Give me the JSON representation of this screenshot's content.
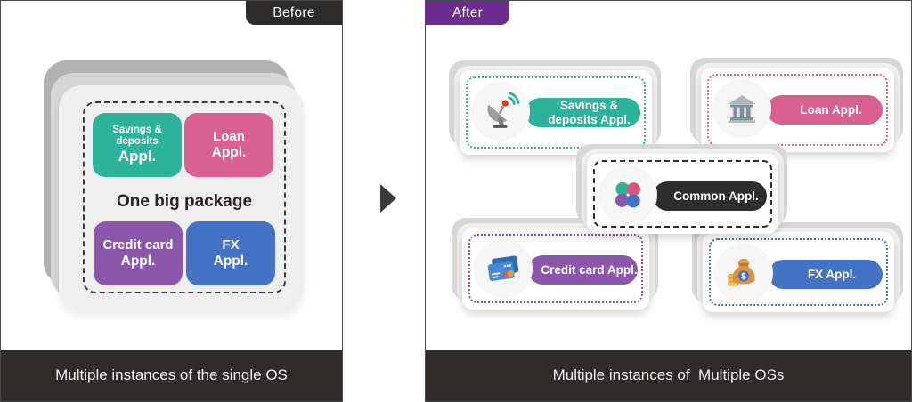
{
  "left_panel": {
    "badge": "Before",
    "caption": "Multiple instances of the single OS",
    "package_label": "One big package",
    "apps": [
      {
        "id": "savings",
        "name": "Savings &\ndeposits",
        "suffix": "Appl.",
        "color": "#2eb39b"
      },
      {
        "id": "loan",
        "name": "Loan",
        "suffix": "Appl.",
        "color": "#d8618f"
      },
      {
        "id": "credit",
        "name": "Credit card",
        "suffix": "Appl.",
        "color": "#8a57ad"
      },
      {
        "id": "fx",
        "name": "FX",
        "suffix": "Appl.",
        "color": "#4473c5"
      }
    ]
  },
  "right_panel": {
    "badge": "After",
    "badge_color": "#6b2d8f",
    "caption": "Multiple instances of  Multiple OSs",
    "cards": [
      {
        "id": "savings",
        "label": "Savings &\ndeposits Appl.",
        "color": "#2eb39b",
        "icon": "satellite-dish-icon"
      },
      {
        "id": "loan",
        "label": "Loan Appl.",
        "color": "#d8618f",
        "icon": "bank-icon"
      },
      {
        "id": "common",
        "label": "Common Appl.",
        "color": "#2d2d2d",
        "icon": "app-cluster-icon"
      },
      {
        "id": "credit",
        "label": "Credit card Appl.",
        "color": "#8a57ad",
        "icon": "credit-card-icon"
      },
      {
        "id": "fx",
        "label": "FX Appl.",
        "color": "#4473c5",
        "icon": "money-bag-icon"
      }
    ]
  },
  "colors": {
    "bar_dark": "#2e2b2b",
    "panel_border": "#4a4a4a",
    "stack_back": "#b2b2b2",
    "stack_mid": "#d5d5d5",
    "stack_front": "#efefef"
  },
  "arrow_icon": "right-arrow"
}
